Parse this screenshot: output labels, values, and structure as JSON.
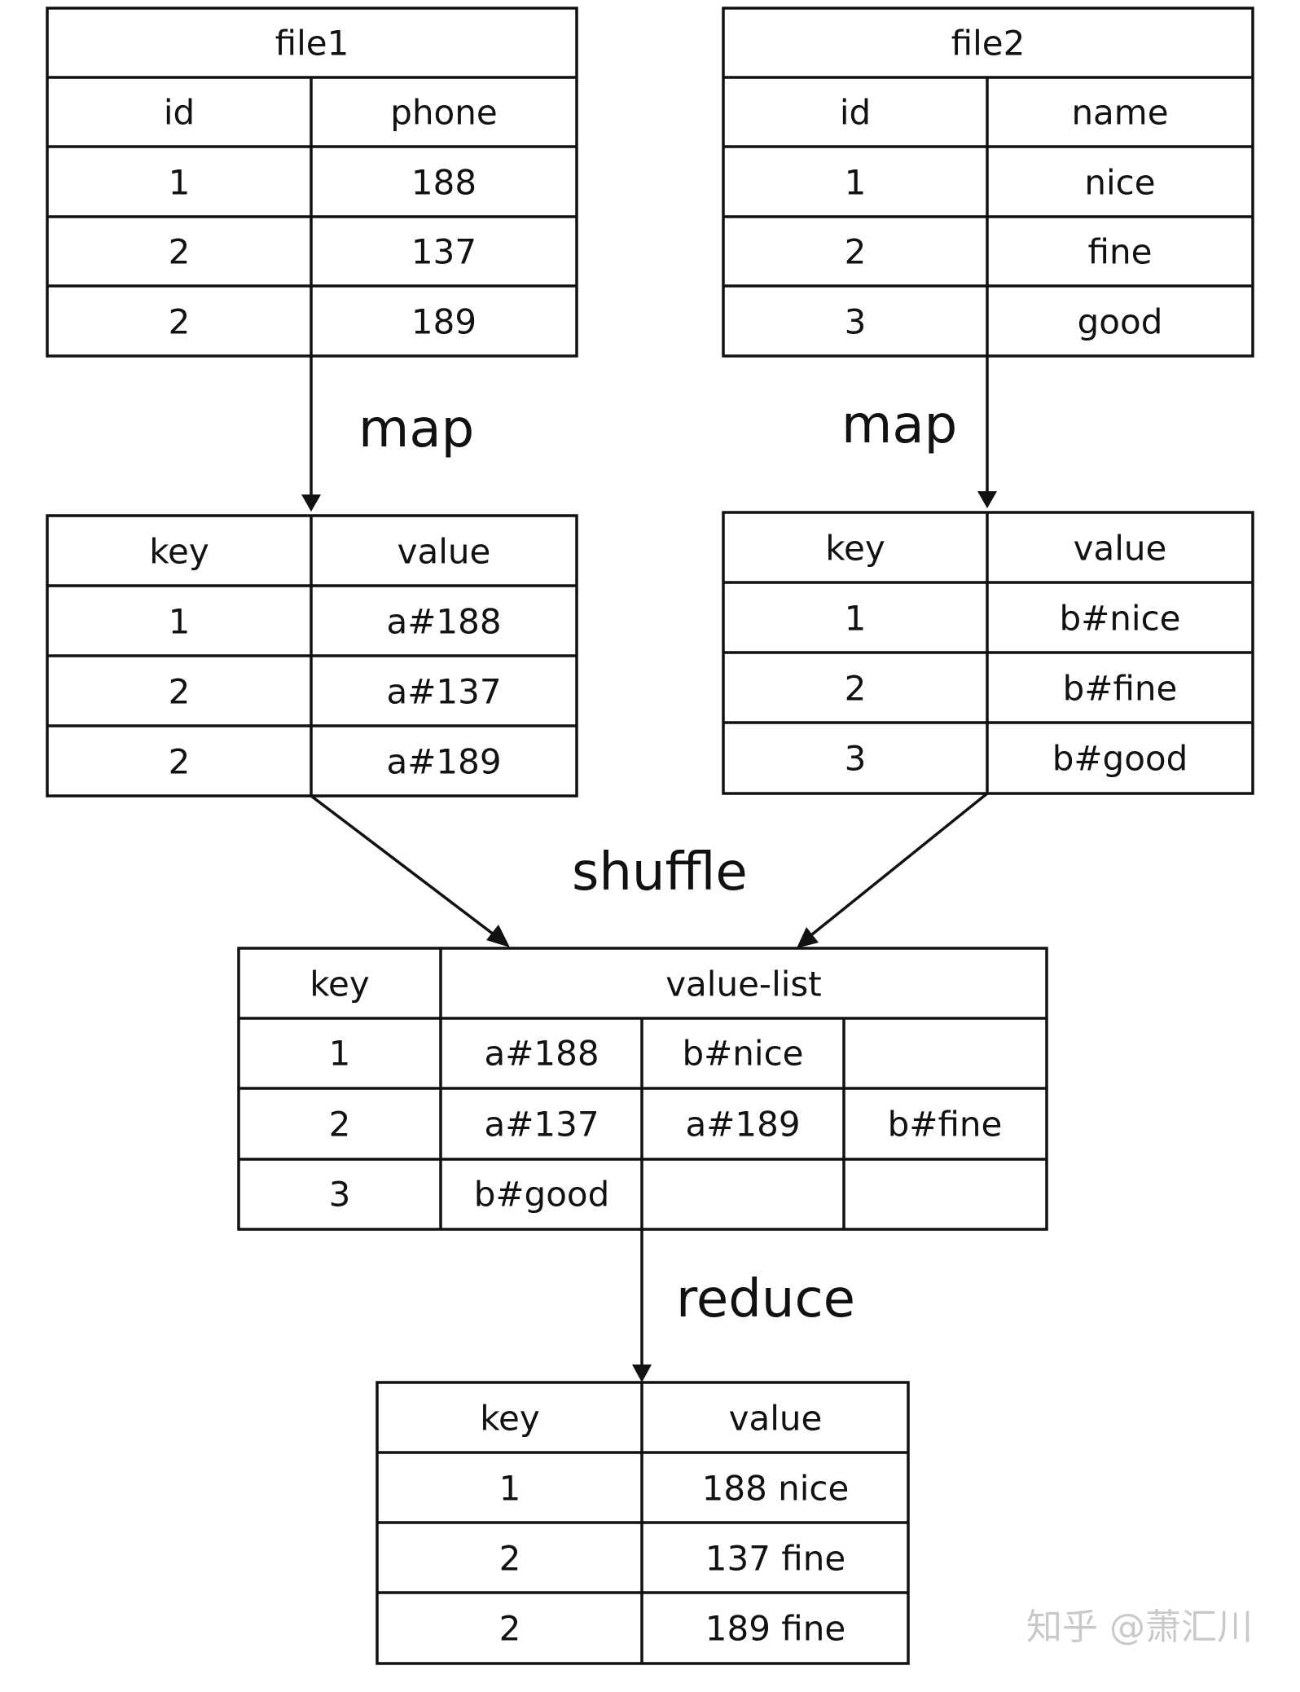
{
  "file1": {
    "title": "file1",
    "headers": [
      "id",
      "phone"
    ],
    "rows": [
      [
        "1",
        "188"
      ],
      [
        "2",
        "137"
      ],
      [
        "2",
        "189"
      ]
    ]
  },
  "file2": {
    "title": "file2",
    "headers": [
      "id",
      "name"
    ],
    "rows": [
      [
        "1",
        "nice"
      ],
      [
        "2",
        "fine"
      ],
      [
        "3",
        "good"
      ]
    ]
  },
  "map_label_left": "map",
  "map_label_right": "map",
  "map_out_left": {
    "headers": [
      "key",
      "value"
    ],
    "rows": [
      [
        "1",
        "a#188"
      ],
      [
        "2",
        "a#137"
      ],
      [
        "2",
        "a#189"
      ]
    ]
  },
  "map_out_right": {
    "headers": [
      "key",
      "value"
    ],
    "rows": [
      [
        "1",
        "b#nice"
      ],
      [
        "2",
        "b#fine"
      ],
      [
        "3",
        "b#good"
      ]
    ]
  },
  "shuffle_label": "shuffle",
  "shuffle_out": {
    "headers": [
      "key",
      "value-list"
    ],
    "rows": [
      [
        "1",
        "a#188",
        "b#nice",
        ""
      ],
      [
        "2",
        "a#137",
        "a#189",
        "b#fine"
      ],
      [
        "3",
        "b#good",
        "",
        ""
      ]
    ]
  },
  "reduce_label": "reduce",
  "reduce_out": {
    "headers": [
      "key",
      "value"
    ],
    "rows": [
      [
        "1",
        "188 nice"
      ],
      [
        "2",
        "137 fine"
      ],
      [
        "2",
        "189 fine"
      ]
    ]
  },
  "watermark": "知乎 @萧汇川"
}
